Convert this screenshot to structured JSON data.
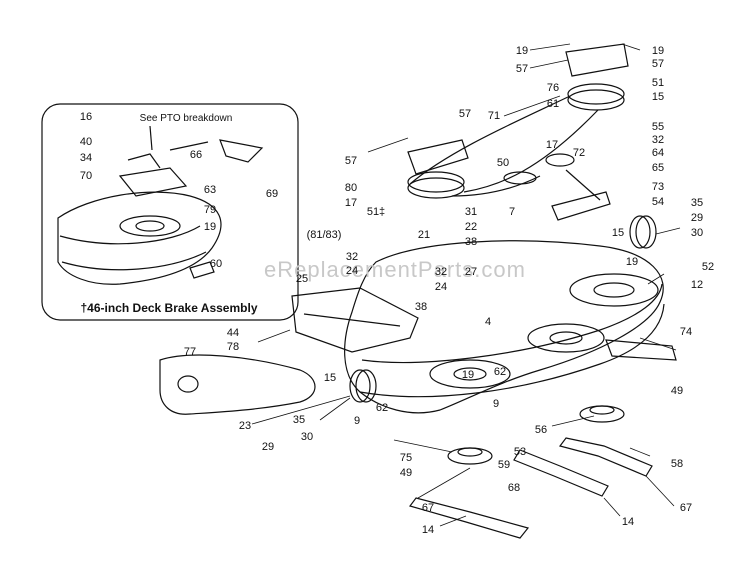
{
  "inset": {
    "note": "See PTO breakdown",
    "title": "†46-inch Deck Brake Assembly",
    "labels": [
      "16",
      "40",
      "34",
      "70",
      "66",
      "63",
      "79",
      "69",
      "19",
      "60"
    ]
  },
  "watermark": "eReplacementParts.com",
  "callout_ref": "(81/83)",
  "part_labels": [
    "19",
    "57",
    "76",
    "61",
    "19",
    "57",
    "51",
    "15",
    "71",
    "57",
    "57",
    "80",
    "55",
    "32",
    "17",
    "64",
    "50",
    "72",
    "65",
    "73",
    "35",
    "54",
    "29",
    "30",
    "15",
    "51‡",
    "17",
    "31",
    "7",
    "22",
    "38",
    "21",
    "32",
    "24",
    "27",
    "24",
    "32",
    "19",
    "52",
    "12",
    "25",
    "38",
    "4",
    "44",
    "78",
    "77",
    "74",
    "15",
    "19",
    "62",
    "9",
    "62",
    "49",
    "23",
    "35",
    "29",
    "30",
    "9",
    "56",
    "75",
    "53",
    "59",
    "49",
    "58",
    "67",
    "68",
    "67",
    "14",
    "14"
  ],
  "colors": {
    "ink": "#111111",
    "watermark": "#c8c8c8",
    "background": "#ffffff"
  }
}
